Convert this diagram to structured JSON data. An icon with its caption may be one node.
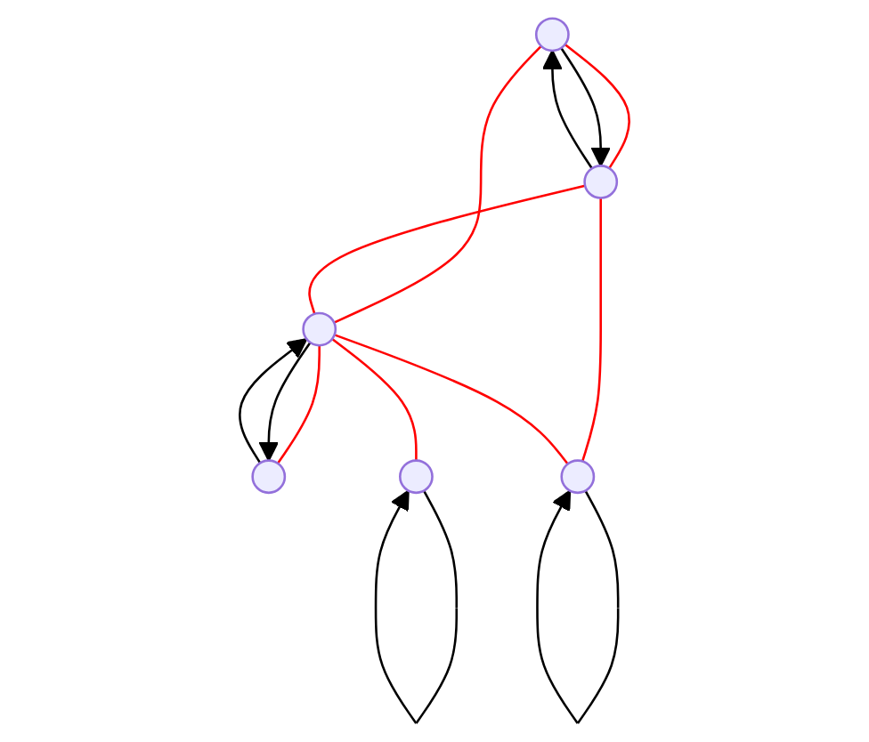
{
  "diagram": {
    "nodes": [
      {
        "text": [],
        "shape": "circle"
      },
      {
        "text": [],
        "shape": "circle"
      },
      {
        "text": [],
        "shape": "circle"
      },
      {
        "text": [],
        "shape": "circle"
      },
      {
        "text": [],
        "shape": "circle"
      },
      {
        "text": [],
        "shape": "circle"
      }
    ],
    "edges": [
      {
        "from": 0,
        "to": 2,
        "arrow": "none"
      },
      {
        "from": 0,
        "to": 3,
        "arrow": "none"
      },
      {
        "from": 2,
        "to": 3,
        "arrow": "none"
      },
      {
        "from": 3,
        "to": 1,
        "arrow": "none"
      },
      {
        "from": 2,
        "to": 5,
        "arrow": "none"
      },
      {
        "from": 3,
        "to": 5,
        "arrow": "none"
      },
      {
        "from": 3,
        "to": 4,
        "arrow": "none"
      },
      {
        "from": 0,
        "to": 2,
        "arrow": "to",
        "color": "#000000"
      },
      {
        "from": 2,
        "to": 0,
        "arrow": "to",
        "color": "#000000"
      },
      {
        "from": 3,
        "to": 1,
        "arrow": "to",
        "color": "#000000"
      },
      {
        "from": 1,
        "to": 3,
        "arrow": "to",
        "color": "#000000"
      },
      {
        "from": 5,
        "to": 5,
        "arrow": "to",
        "color": "#000000"
      },
      {
        "from": 4,
        "to": 4,
        "arrow": "to",
        "color": "#000000"
      }
    ]
  }
}
